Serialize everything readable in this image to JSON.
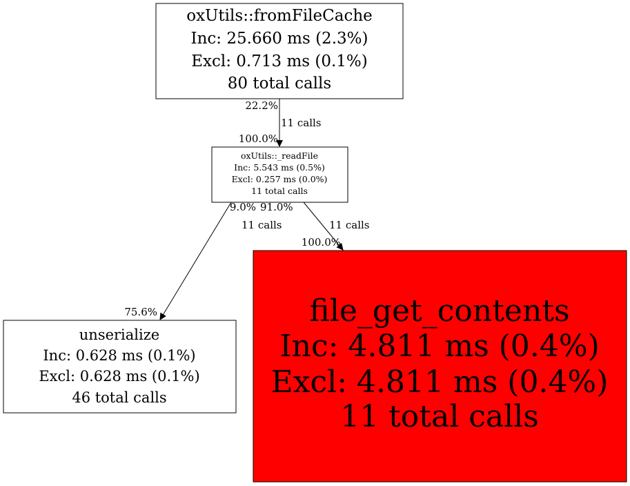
{
  "nodes": {
    "fromFileCache": {
      "name": "oxUtils::fromFileCache",
      "inc": "Inc: 25.660 ms (2.3%)",
      "excl": "Excl: 0.713 ms (0.1%)",
      "calls": "80 total calls",
      "fill": "#ffffff"
    },
    "readFile": {
      "name": "oxUtils::_readFile",
      "inc": "Inc: 5.543 ms (0.5%)",
      "excl": "Excl: 0.257 ms (0.0%)",
      "calls": "11 total calls",
      "fill": "#ffffff"
    },
    "unserialize": {
      "name": "unserialize",
      "inc": "Inc: 0.628 ms (0.1%)",
      "excl": "Excl: 0.628 ms (0.1%)",
      "calls": "46 total calls",
      "fill": "#ffffff"
    },
    "file_get_contents": {
      "name": "file_get_contents",
      "inc": "Inc: 4.811 ms (0.4%)",
      "excl": "Excl: 4.811 ms (0.4%)",
      "calls": "11 total calls",
      "fill": "#ff0000"
    }
  },
  "edges": {
    "cache_to_read": {
      "tail": "22.2%",
      "label": "11 calls",
      "head": "100.0%"
    },
    "read_to_unserialize": {
      "tail": "9.0%",
      "label": "11 calls",
      "head": "75.6%"
    },
    "read_to_fgc": {
      "tail": "91.0%",
      "label": "11 calls",
      "head": "100.0%"
    }
  }
}
